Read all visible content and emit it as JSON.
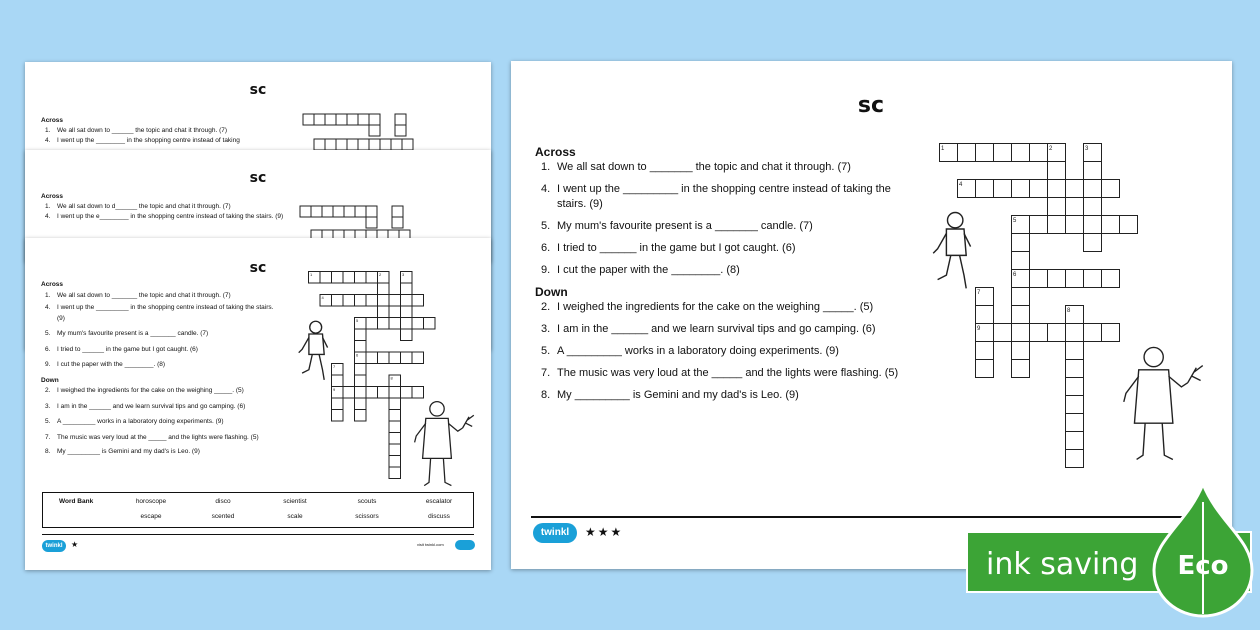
{
  "sheet_large": {
    "title": "sc",
    "across_heading": "Across",
    "across": [
      {
        "n": "1.",
        "t": "We all sat down to _______ the topic and chat it through. (7)"
      },
      {
        "n": "4.",
        "t": "I went up the _________ in the shopping centre instead of taking the stairs. (9)"
      },
      {
        "n": "5.",
        "t": "My mum's favourite present is a _______ candle. (7)"
      },
      {
        "n": "6.",
        "t": "I tried to ______ in the game but I got caught. (6)"
      },
      {
        "n": "9.",
        "t": "I cut the paper with the ________. (8)"
      }
    ],
    "down_heading": "Down",
    "down": [
      {
        "n": "2.",
        "t": "I weighed the ingredients for the cake on the weighing _____. (5)"
      },
      {
        "n": "3.",
        "t": "I am in the ______ and we learn survival tips and go camping. (6)"
      },
      {
        "n": "5.",
        "t": "A _________ works in a laboratory doing experiments. (9)"
      },
      {
        "n": "7.",
        "t": "The music was very loud at the _____ and the lights were flashing. (5)"
      },
      {
        "n": "8.",
        "t": "My _________ is Gemini and my dad's is Leo. (9)"
      }
    ],
    "logo": "twinkl",
    "stars": "★★★"
  },
  "sheet_back1": {
    "title": "sc",
    "across_heading": "Across",
    "across": [
      {
        "n": "1.",
        "t": "We all sat down to ______ the topic and chat it through. (7)"
      },
      {
        "n": "4.",
        "t": "I went up the ________ in the shopping centre instead of taking"
      }
    ]
  },
  "sheet_back2": {
    "title": "sc",
    "across_heading": "Across",
    "across": [
      {
        "n": "1.",
        "t": "We all sat down to d______ the topic and chat it through. (7)"
      },
      {
        "n": "4.",
        "t": "I went up the e________ in the shopping centre instead of taking the stairs. (9)"
      }
    ]
  },
  "sheet_front": {
    "title": "sc",
    "across_heading": "Across",
    "across": [
      {
        "n": "1.",
        "t": "We all sat down to _______ the topic and chat it through. (7)"
      },
      {
        "n": "4.",
        "t": "I went up the _________ in the shopping centre instead of taking the stairs. (9)"
      },
      {
        "n": "5.",
        "t": "My mum's favourite present is a _______ candle. (7)"
      },
      {
        "n": "6.",
        "t": "I tried to ______ in the game but I got caught. (6)"
      },
      {
        "n": "9.",
        "t": "I cut the paper with the ________. (8)"
      }
    ],
    "down_heading": "Down",
    "down": [
      {
        "n": "2.",
        "t": "I weighed the ingredients for the cake on the weighing _____. (5)"
      },
      {
        "n": "3.",
        "t": "I am in the ______ and we learn survival tips and go camping. (6)"
      },
      {
        "n": "5.",
        "t": "A _________ works in a laboratory doing experiments. (9)"
      },
      {
        "n": "7.",
        "t": "The music was very loud at the _____ and the lights were flashing. (5)"
      },
      {
        "n": "8.",
        "t": "My _________ is Gemini and my dad's is Leo. (9)"
      }
    ],
    "word_bank_title": "Word Bank",
    "word_bank": [
      "horoscope",
      "disco",
      "scientist",
      "scouts",
      "escalator",
      "escape",
      "scented",
      "scale",
      "scissors",
      "discuss"
    ],
    "logo": "twinkl",
    "stars": "★",
    "footer_url": "visit twinkl.com"
  },
  "badge": {
    "label": "ink saving",
    "eco": "Eco",
    "color": "#3ca436"
  }
}
